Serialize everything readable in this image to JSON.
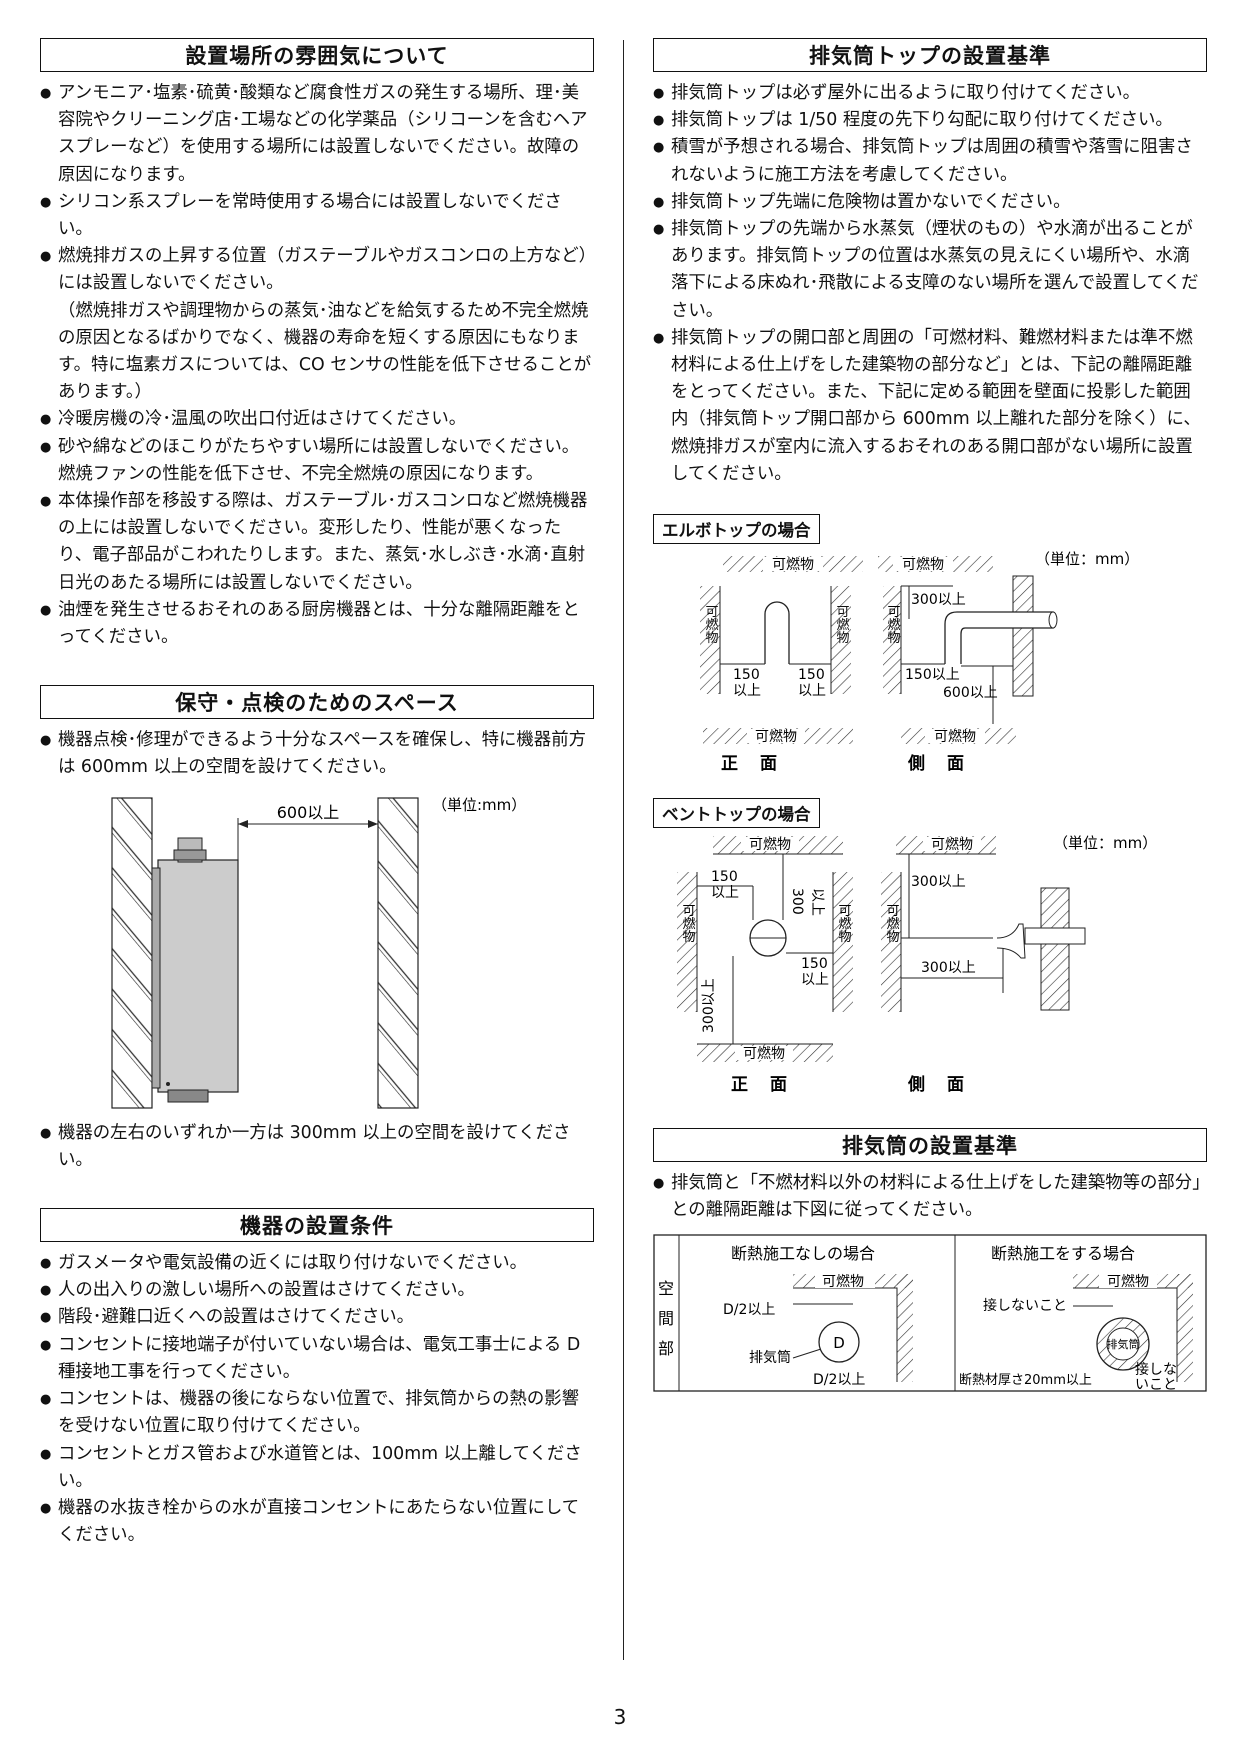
{
  "left": {
    "s1": {
      "title": "設置場所の雰囲気について",
      "items": [
        "アンモニア･塩素･硫黄･酸類など腐食性ガスの発生する場所、理･美容院やクリーニング店･工場などの化学薬品（シリコーンを含むヘアスプレーなど）を使用する場所には設置しないでください。故障の原因になります。",
        "シリコン系スプレーを常時使用する場合には設置しないでください。",
        "燃焼排ガスの上昇する位置（ガステーブルやガスコンロの上方など）には設置しないでください。",
        "冷暖房機の冷･温風の吹出口付近はさけてください。",
        "砂や綿などのほこりがたちやすい場所には設置しないでください。燃焼ファンの性能を低下させ、不完全燃焼の原因になります。",
        "本体操作部を移設する際は、ガステーブル･ガスコンロなど燃焼機器の上には設置しないでください。変形したり、性能が悪くなったり、電子部品がこわれたりします。また、蒸気･水しぶき･水滴･直射日光のあたる場所には設置しないでください。",
        "油煙を発生させるおそれのある厨房機器とは、十分な離隔距離をとってください。"
      ],
      "note": "（燃焼排ガスや調理物からの蒸気･油などを給気するため不完全燃焼の原因となるばかりでなく、機器の寿命を短くする原因にもなります。特に塩素ガスについては、CO センサの性能を低下させることがあります。）"
    },
    "s2": {
      "title": "保守・点検のためのスペース",
      "item1": "機器点検･修理ができるよう十分なスペースを確保し、特に機器前方は 600mm 以上の空間を設けてください。",
      "unit": "（単位:mm）",
      "dim": "600以上",
      "item2": "機器の左右のいずれか一方は 300mm 以上の空間を設けてください。"
    },
    "s3": {
      "title": "機器の設置条件",
      "items": [
        "ガスメータや電気設備の近くには取り付けないでください。",
        "人の出入りの激しい場所への設置はさけてください。",
        "階段･避難口近くへの設置はさけてください。",
        "コンセントに接地端子が付いていない場合は、電気工事士による D 種接地工事を行ってください。",
        "コンセントは、機器の後にならない位置で、排気筒からの熱の影響を受けない位置に取り付けてください。",
        "コンセントとガス管および水道管とは、100mm 以上離してください。",
        "機器の水抜き栓からの水が直接コンセントにあたらない位置にしてください。"
      ]
    }
  },
  "right": {
    "s1": {
      "title": "排気筒トップの設置基準",
      "items": [
        "排気筒トップは必ず屋外に出るように取り付けてください。",
        "排気筒トップは 1/50 程度の先下り勾配に取り付けてください。",
        "積雪が予想される場合、排気筒トップは周囲の積雪や落雪に阻害されないように施工方法を考慮してください。",
        "排気筒トップ先端に危険物は置かないでください。",
        "排気筒トップの先端から水蒸気（煙状のもの）や水滴が出ることがあります。排気筒トップの位置は水蒸気の見えにくい場所や、水滴落下による床ぬれ･飛散による支障のない場所を選んで設置してください。",
        "排気筒トップの開口部と周囲の「可燃材料、難燃材料または準不燃材料による仕上げをした建築物の部分など」とは、下記の離隔距離をとってください。また、下記に定める範囲を壁面に投影した範囲内（排気筒トップ開口部から 600mm 以上離れた部分を除く）に、燃焼排ガスが室内に流入するおそれのある開口部がない場所に設置してください。"
      ]
    },
    "elbow": {
      "heading": "エルボトップの場合",
      "unit": "（単位：mm）",
      "combustible": "可燃物",
      "side_label": "可燃物",
      "d150a": "150",
      "d150b": "以上",
      "d300": "300以上",
      "d150c": "150以上",
      "d600": "600以上",
      "front": "正面",
      "side": "側面"
    },
    "vent": {
      "heading": "ベントトップの場合",
      "unit": "（単位：mm）",
      "combustible": "可燃物",
      "d150a": "150",
      "d150b": "以上",
      "d300a": "300",
      "d300b": "以上",
      "d300c": "300以上",
      "d300d": "300以上",
      "d300e": "300以上",
      "front": "正面",
      "side": "側面"
    },
    "s2": {
      "title": "排気筒の設置基準",
      "item": "排気筒と「不燃材料以外の材料による仕上げをした建築物等の部分」との離隔距離は下図に従ってください。",
      "table": {
        "row_label": [
          "空",
          "間",
          "部"
        ],
        "col1": "断熱施工なしの場合",
        "col2": "断熱施工をする場合",
        "combustible": "可燃物",
        "d2a": "D/2以上",
        "d2b": "D/2以上",
        "d": "D",
        "pipe": "排気筒",
        "no_contact1": "接しないこと",
        "no_contact2a": "接しな",
        "no_contact2b": "いこと",
        "pipe2": "排気筒",
        "insulation": "断熱材厚さ20mm以上"
      }
    }
  },
  "page_number": "3",
  "colors": {
    "text": "#111111",
    "line": "#222222",
    "hatch": "#333333"
  }
}
